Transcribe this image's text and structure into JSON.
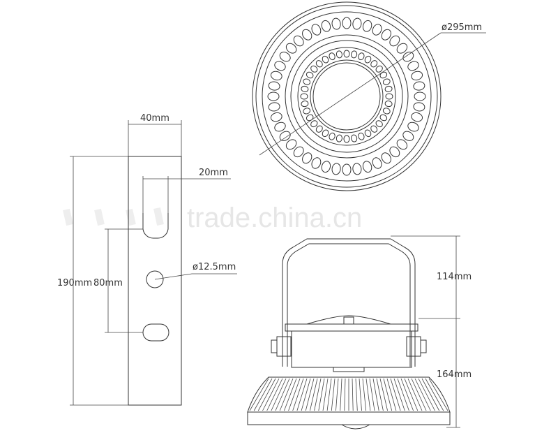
{
  "watermark": "trade.china.cn",
  "top_view": {
    "diameter_label": "ø295mm"
  },
  "bracket_view": {
    "width_label": "40mm",
    "slot_width_label": "20mm",
    "hole_label": "ø12.5mm",
    "height_label": "190mm",
    "spacing_label": "80mm"
  },
  "side_view": {
    "bracket_height_label": "114mm",
    "body_height_label": "164mm"
  }
}
